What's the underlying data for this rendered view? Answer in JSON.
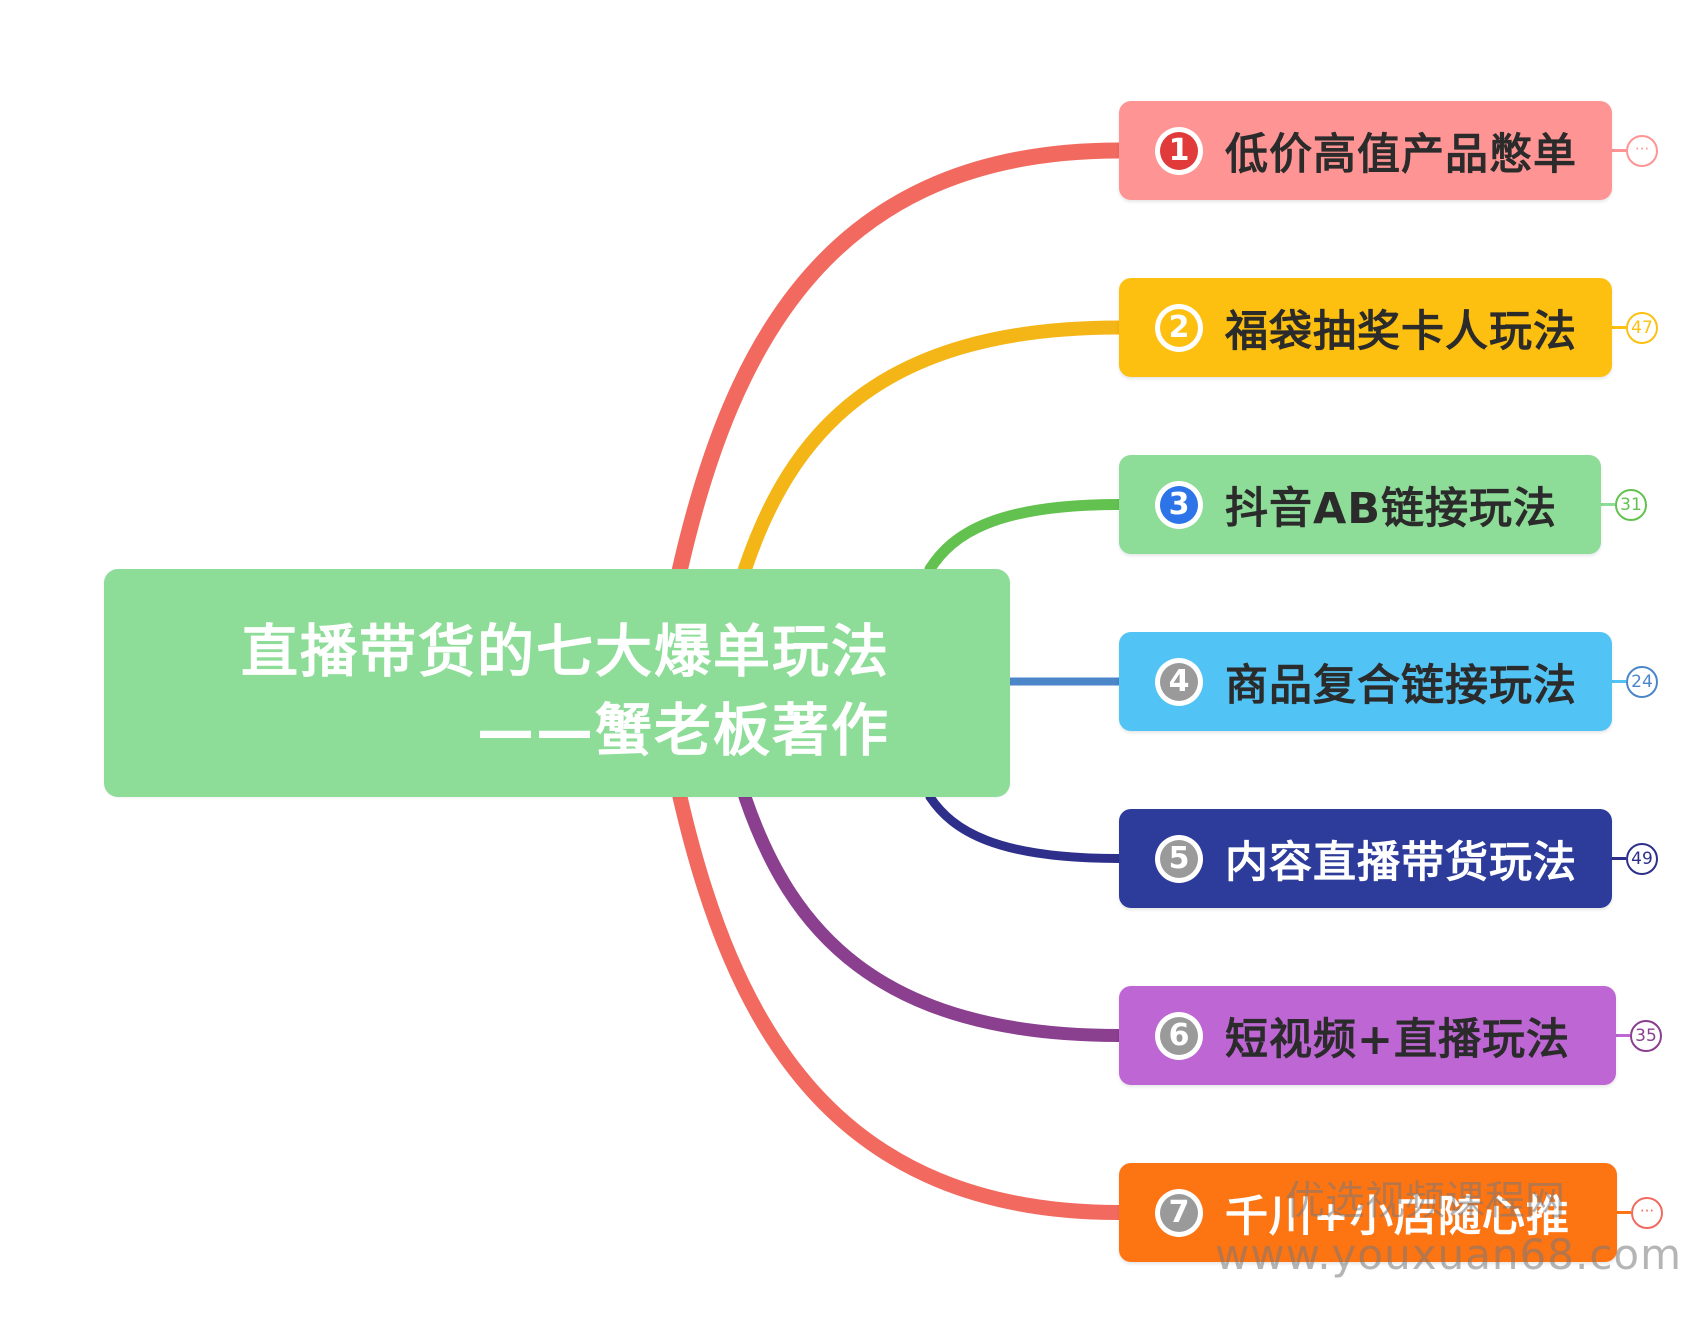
{
  "root": {
    "line1": "直播带货的七大爆单玩法",
    "line2": "——蟹老板著作",
    "color": "#8ddc98"
  },
  "branches": [
    {
      "number": "1",
      "label": "低价高值产品憋单",
      "count": "···",
      "color": "#ff9494",
      "line_color": "#f26a5f",
      "text_color": "#2b2b2b",
      "num_color": "#e03a3a"
    },
    {
      "number": "2",
      "label": "福袋抽奖卡人玩法",
      "count": "47",
      "color": "#fdc010",
      "line_color": "#f4b616",
      "text_color": "#2b2b2b",
      "num_color": "#fdc010"
    },
    {
      "number": "3",
      "label": "抖音AB链接玩法",
      "count": "31",
      "color": "#8ddc98",
      "line_color": "#63c24f",
      "text_color": "#2b2b2b",
      "num_color": "#2d74e8"
    },
    {
      "number": "4",
      "label": "商品复合链接玩法",
      "count": "24",
      "color": "#52c3f5",
      "line_color": "#4a86c8",
      "text_color": "#2b2b2b",
      "num_color": "#9a9a9a"
    },
    {
      "number": "5",
      "label": "内容直播带货玩法",
      "count": "49",
      "color": "#2d3b9a",
      "line_color": "#2d2f8a",
      "text_color": "#ffffff",
      "num_color": "#9a9a9a"
    },
    {
      "number": "6",
      "label": "短视频+直播玩法",
      "count": "35",
      "color": "#bd66d4",
      "line_color": "#8a3f8f",
      "text_color": "#2b2b2b",
      "num_color": "#9a9a9a"
    },
    {
      "number": "7",
      "label": "千川+小店随心推",
      "count": "···",
      "color": "#fd7413",
      "line_color": "#f26a5f",
      "text_color": "#ffffff",
      "num_color": "#9a9a9a"
    }
  ],
  "watermark": {
    "line1": "优选视频课程网",
    "line2": "www.youxuan68.com"
  }
}
